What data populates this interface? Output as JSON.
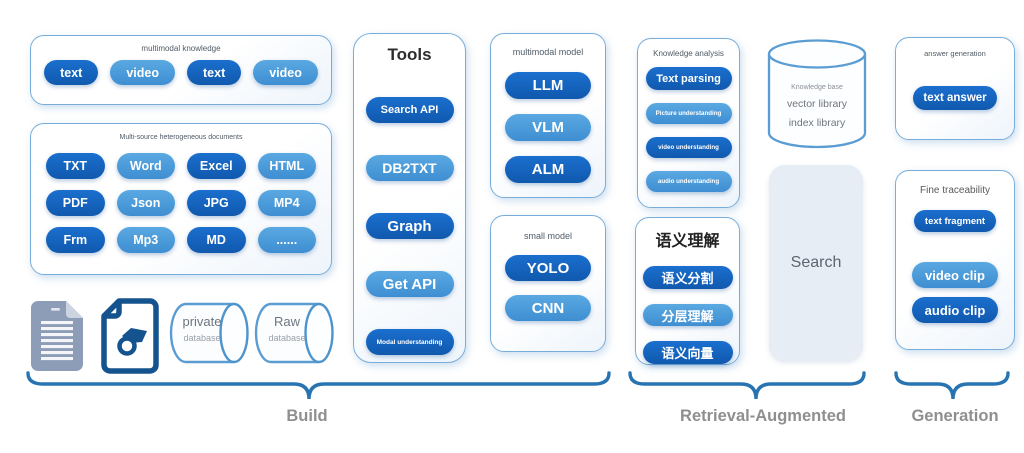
{
  "colors": {
    "pill_dark": "#1565c0",
    "pill_light": "#4d9fdd",
    "brace_blue": "#2874b2",
    "section_label_gray": "#8f8f8f"
  },
  "build": {
    "section_label": "Build",
    "multimodal_knowledge": {
      "title": "multimodal knowledge",
      "pills": [
        "text",
        "video",
        "text",
        "video"
      ]
    },
    "documents": {
      "title": "Multi-source heterogeneous documents",
      "pills": [
        "TXT",
        "Word",
        "Excel",
        "HTML",
        "PDF",
        "Json",
        "JPG",
        "MP4",
        "Frm",
        "Mp3",
        "MD",
        "......"
      ]
    },
    "databases": [
      {
        "name": "private",
        "type": "database"
      },
      {
        "name": "Raw",
        "type": "database"
      }
    ],
    "tools": {
      "title": "Tools",
      "pills": [
        "Search API",
        "DB2TXT",
        "Graph",
        "Get API",
        "Modal understanding"
      ]
    },
    "multimodal_model": {
      "title": "multimodal model",
      "pills": [
        "LLM",
        "VLM",
        "ALM"
      ]
    },
    "small_model": {
      "title": "small model",
      "pills": [
        "YOLO",
        "CNN"
      ]
    }
  },
  "retrieval": {
    "section_label": "Retrieval-Augmented",
    "knowledge_analysis": {
      "title": "Knowledge analysis",
      "pills": [
        "Text parsing",
        "Picture understanding",
        "video understanding",
        "audio understanding"
      ]
    },
    "semantic_understanding": {
      "title": "语义理解",
      "pills": [
        "语义分割",
        "分层理解",
        "语义向量"
      ]
    },
    "knowledge_base": {
      "title": "Knowledge base",
      "lines": [
        "vector library",
        "index library"
      ]
    },
    "search_label": "Search"
  },
  "generation": {
    "section_label": "Generation",
    "answer_generation": {
      "title": "answer generation",
      "pills": [
        "text answer"
      ]
    },
    "fine_traceability": {
      "title": "Fine traceability",
      "pills": [
        "text fragment",
        "video clip",
        "audio clip"
      ]
    }
  }
}
